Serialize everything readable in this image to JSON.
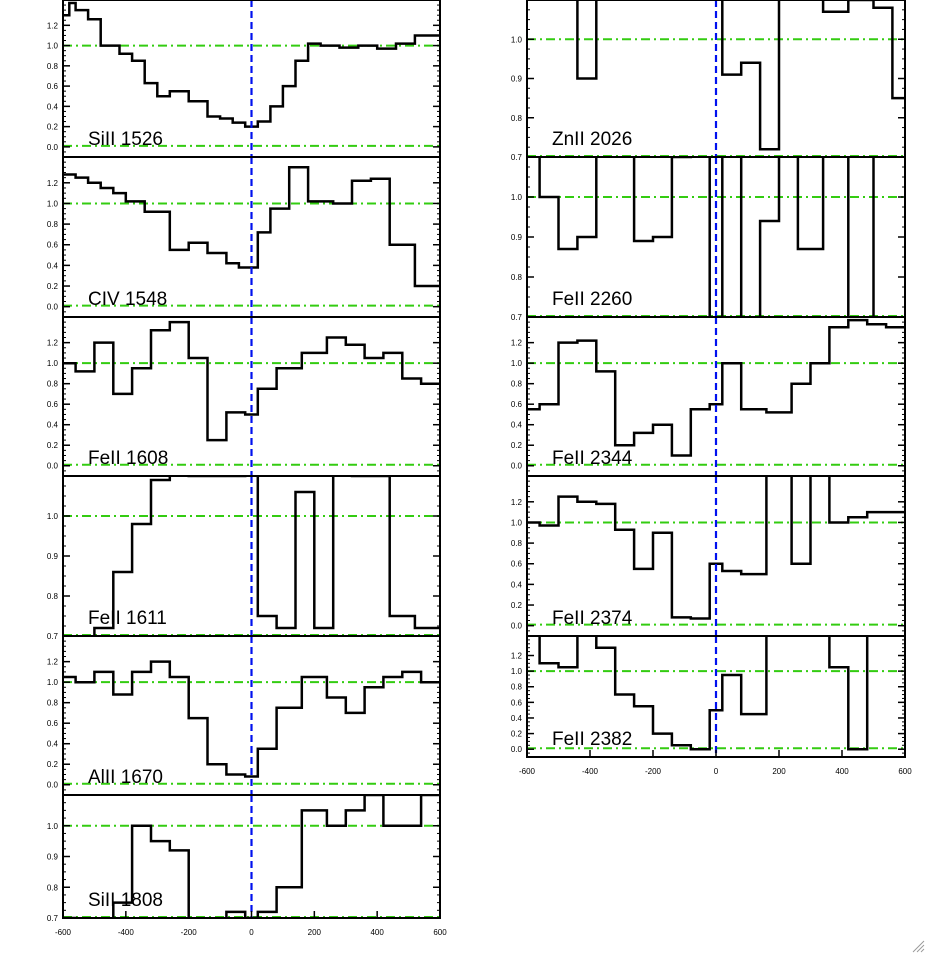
{
  "chart_data": [
    {
      "type": "line",
      "column": "left",
      "title": "SiII 1526",
      "ylim": [
        -0.1,
        1.45
      ],
      "yticks": [
        0.0,
        0.2,
        0.4,
        0.6,
        0.8,
        1.0,
        1.2
      ],
      "xlim": [
        -600,
        600
      ],
      "continuum": 1.0,
      "zero": 0.0,
      "series": [
        {
          "x": [
            -600,
            -580,
            -560,
            -520,
            -480,
            -420,
            -380,
            -340,
            -300,
            -260,
            -200,
            -140,
            -100,
            -60,
            -20,
            20,
            60,
            100,
            140,
            180,
            220,
            280,
            340,
            400,
            460,
            520,
            600
          ],
          "y": [
            1.3,
            1.42,
            1.35,
            1.26,
            1.0,
            0.92,
            0.85,
            0.63,
            0.5,
            0.55,
            0.45,
            0.3,
            0.28,
            0.24,
            0.2,
            0.25,
            0.4,
            0.6,
            0.85,
            1.02,
            1.0,
            0.98,
            1.0,
            0.97,
            1.02,
            1.1,
            1.45
          ]
        }
      ]
    },
    {
      "type": "line",
      "column": "left",
      "title": "CIV 1548",
      "ylim": [
        -0.1,
        1.45
      ],
      "yticks": [
        0.0,
        0.2,
        0.4,
        0.6,
        0.8,
        1.0,
        1.2
      ],
      "xlim": [
        -600,
        600
      ],
      "continuum": 1.0,
      "zero": 0.0,
      "series": [
        {
          "x": [
            -600,
            -560,
            -520,
            -480,
            -440,
            -400,
            -340,
            -260,
            -200,
            -140,
            -80,
            -40,
            20,
            60,
            120,
            180,
            260,
            320,
            380,
            440,
            520,
            600
          ],
          "y": [
            1.28,
            1.25,
            1.2,
            1.15,
            1.1,
            1.02,
            0.92,
            0.55,
            0.62,
            0.52,
            0.42,
            0.38,
            0.72,
            0.95,
            1.35,
            1.02,
            1.0,
            1.22,
            1.24,
            0.6,
            0.2,
            0.9
          ]
        }
      ]
    },
    {
      "type": "line",
      "column": "left",
      "title": "FeII 1608",
      "ylim": [
        -0.1,
        1.45
      ],
      "yticks": [
        0.0,
        0.2,
        0.4,
        0.6,
        0.8,
        1.0,
        1.2
      ],
      "xlim": [
        -600,
        600
      ],
      "continuum": 1.0,
      "zero": 0.0,
      "series": [
        {
          "x": [
            -600,
            -560,
            -500,
            -440,
            -380,
            -320,
            -260,
            -200,
            -140,
            -80,
            -20,
            20,
            80,
            160,
            240,
            300,
            360,
            420,
            480,
            540,
            600
          ],
          "y": [
            1.0,
            0.92,
            1.2,
            0.7,
            0.95,
            1.32,
            1.4,
            1.05,
            0.25,
            0.52,
            0.5,
            0.75,
            0.95,
            1.1,
            1.25,
            1.18,
            1.05,
            1.1,
            0.85,
            0.8,
            0.72
          ]
        }
      ]
    },
    {
      "type": "line",
      "column": "left",
      "title": "FeII 1611",
      "ylim": [
        0.7,
        1.1
      ],
      "yticks": [
        0.7,
        0.8,
        0.9,
        1.0,
        1.1
      ],
      "xlim": [
        -600,
        600
      ],
      "continuum": 1.0,
      "zero": 0.7,
      "series": [
        {
          "x": [
            -600,
            -560,
            -500,
            -440,
            -380,
            -320,
            -260,
            -200,
            -140,
            -80,
            -20,
            20,
            80,
            140,
            200,
            260,
            320,
            380,
            440,
            520,
            600
          ],
          "y": [
            0.5,
            0.6,
            0.72,
            0.86,
            0.98,
            1.09,
            1.12,
            1.1,
            1.1,
            1.1,
            1.15,
            0.75,
            0.72,
            1.06,
            0.72,
            1.15,
            1.1,
            1.1,
            0.75,
            0.72,
            0.5
          ]
        }
      ]
    },
    {
      "type": "line",
      "column": "left",
      "title": "AlII 1670",
      "ylim": [
        -0.1,
        1.45
      ],
      "yticks": [
        0.0,
        0.2,
        0.4,
        0.6,
        0.8,
        1.0,
        1.2
      ],
      "xlim": [
        -600,
        600
      ],
      "continuum": 1.0,
      "zero": 0.0,
      "series": [
        {
          "x": [
            -600,
            -560,
            -500,
            -440,
            -380,
            -320,
            -260,
            -200,
            -140,
            -80,
            -20,
            20,
            80,
            160,
            240,
            300,
            360,
            420,
            480,
            540,
            600
          ],
          "y": [
            1.05,
            1.0,
            1.1,
            0.88,
            1.1,
            1.2,
            1.05,
            0.65,
            0.2,
            0.1,
            0.08,
            0.35,
            0.75,
            1.05,
            0.85,
            0.7,
            0.95,
            1.05,
            1.1,
            1.0,
            1.02
          ]
        }
      ]
    },
    {
      "type": "line",
      "column": "left",
      "title": "SiII 1808",
      "ylim": [
        0.7,
        1.1
      ],
      "yticks": [
        0.7,
        0.8,
        0.9,
        1.0,
        1.1
      ],
      "xlim": [
        -600,
        600
      ],
      "continuum": 1.0,
      "zero": 0.7,
      "series": [
        {
          "x": [
            -600,
            -560,
            -500,
            -440,
            -380,
            -320,
            -260,
            -200,
            -140,
            -80,
            -20,
            20,
            80,
            160,
            240,
            300,
            360,
            420,
            480,
            540,
            600
          ],
          "y": [
            0.7,
            0.68,
            0.62,
            0.75,
            1.0,
            0.95,
            0.92,
            0.62,
            0.55,
            0.72,
            0.7,
            0.72,
            0.8,
            1.05,
            1.0,
            1.05,
            1.1,
            1.0,
            1.0,
            1.1,
            1.0
          ]
        }
      ]
    },
    {
      "type": "line",
      "column": "right",
      "title": "ZnII 2026",
      "ylim": [
        0.7,
        1.1
      ],
      "yticks": [
        0.7,
        0.8,
        0.9,
        1.0,
        1.1
      ],
      "xlim": [
        -600,
        600
      ],
      "continuum": 1.0,
      "zero": 0.7,
      "series": [
        {
          "x": [
            -600,
            -560,
            -500,
            -440,
            -380,
            -320,
            -260,
            -200,
            -140,
            -80,
            -20,
            20,
            80,
            140,
            200,
            260,
            340,
            420,
            500,
            560,
            600
          ],
          "y": [
            1.15,
            1.2,
            1.25,
            0.9,
            1.3,
            1.2,
            1.3,
            1.2,
            1.25,
            1.3,
            1.2,
            0.91,
            0.94,
            0.72,
            1.25,
            1.2,
            1.07,
            1.1,
            1.08,
            0.85,
            1.2
          ]
        }
      ]
    },
    {
      "type": "line",
      "column": "right",
      "title": "FeII 2260",
      "ylim": [
        0.7,
        1.1
      ],
      "yticks": [
        0.7,
        0.8,
        0.9,
        1.0,
        1.1
      ],
      "xlim": [
        -600,
        600
      ],
      "continuum": 1.0,
      "zero": 0.7,
      "series": [
        {
          "x": [
            -600,
            -560,
            -500,
            -440,
            -380,
            -320,
            -260,
            -200,
            -140,
            -80,
            -20,
            20,
            80,
            140,
            200,
            260,
            340,
            420,
            500,
            560,
            600
          ],
          "y": [
            1.2,
            1.0,
            0.87,
            0.9,
            1.15,
            1.2,
            0.89,
            0.9,
            1.1,
            1.2,
            0.62,
            1.2,
            0.65,
            0.94,
            1.3,
            0.87,
            1.2,
            0.6,
            1.2,
            1.2,
            1.2
          ]
        }
      ]
    },
    {
      "type": "line",
      "column": "right",
      "title": "FeII 2344",
      "ylim": [
        -0.1,
        1.45
      ],
      "yticks": [
        0.0,
        0.2,
        0.4,
        0.6,
        0.8,
        1.0,
        1.2
      ],
      "xlim": [
        -600,
        600
      ],
      "continuum": 1.0,
      "zero": 0.0,
      "series": [
        {
          "x": [
            -600,
            -560,
            -500,
            -440,
            -380,
            -320,
            -260,
            -200,
            -140,
            -80,
            -20,
            20,
            80,
            160,
            240,
            300,
            360,
            420,
            480,
            540,
            600
          ],
          "y": [
            0.55,
            0.6,
            1.2,
            1.22,
            0.92,
            0.2,
            0.32,
            0.4,
            0.1,
            0.55,
            0.6,
            1.0,
            0.55,
            0.52,
            0.8,
            1.0,
            1.35,
            1.42,
            1.38,
            1.35,
            1.4
          ]
        }
      ]
    },
    {
      "type": "line",
      "column": "right",
      "title": "FeII 2374",
      "ylim": [
        -0.1,
        1.45
      ],
      "yticks": [
        0.0,
        0.2,
        0.4,
        0.6,
        0.8,
        1.0,
        1.2
      ],
      "xlim": [
        -600,
        600
      ],
      "continuum": 1.0,
      "zero": 0.0,
      "series": [
        {
          "x": [
            -600,
            -560,
            -500,
            -440,
            -380,
            -320,
            -260,
            -200,
            -140,
            -80,
            -20,
            20,
            80,
            160,
            240,
            300,
            360,
            420,
            480,
            540,
            600
          ],
          "y": [
            1.0,
            0.97,
            1.25,
            1.2,
            1.18,
            0.93,
            0.55,
            0.9,
            0.08,
            0.07,
            0.6,
            0.53,
            0.5,
            1.5,
            0.6,
            1.5,
            1.0,
            1.05,
            1.1,
            1.1,
            1.1
          ]
        }
      ]
    },
    {
      "type": "line",
      "column": "right",
      "title": "FeII 2382",
      "ylim": [
        -0.1,
        1.45
      ],
      "yticks": [
        0.0,
        0.2,
        0.4,
        0.6,
        0.8,
        1.0,
        1.2
      ],
      "xlim": [
        -600,
        600
      ],
      "continuum": 1.0,
      "zero": 0.0,
      "series": [
        {
          "x": [
            -600,
            -560,
            -500,
            -440,
            -380,
            -320,
            -260,
            -200,
            -140,
            -80,
            -20,
            20,
            80,
            160,
            240,
            300,
            360,
            420,
            480,
            540,
            600
          ],
          "y": [
            1.5,
            1.1,
            1.05,
            1.5,
            1.3,
            0.7,
            0.55,
            0.2,
            0.05,
            0.0,
            0.5,
            0.95,
            0.45,
            1.5,
            1.5,
            1.5,
            1.05,
            0.0,
            1.5,
            1.5,
            1.5
          ]
        }
      ]
    }
  ],
  "x_tick_labels": [
    "-600",
    "-400",
    "-200",
    "0",
    "200",
    "400",
    "600"
  ],
  "x_tick_values": [
    -600,
    -400,
    -200,
    0,
    200,
    400,
    600
  ],
  "colors": {
    "spectrum": "#000000",
    "continuum": "#33cc11",
    "zero_velocity": "#0011ee",
    "axes": "#000000",
    "background": "#ffffff"
  },
  "icons": {
    "resize_grip": "resize-grip-icon"
  }
}
